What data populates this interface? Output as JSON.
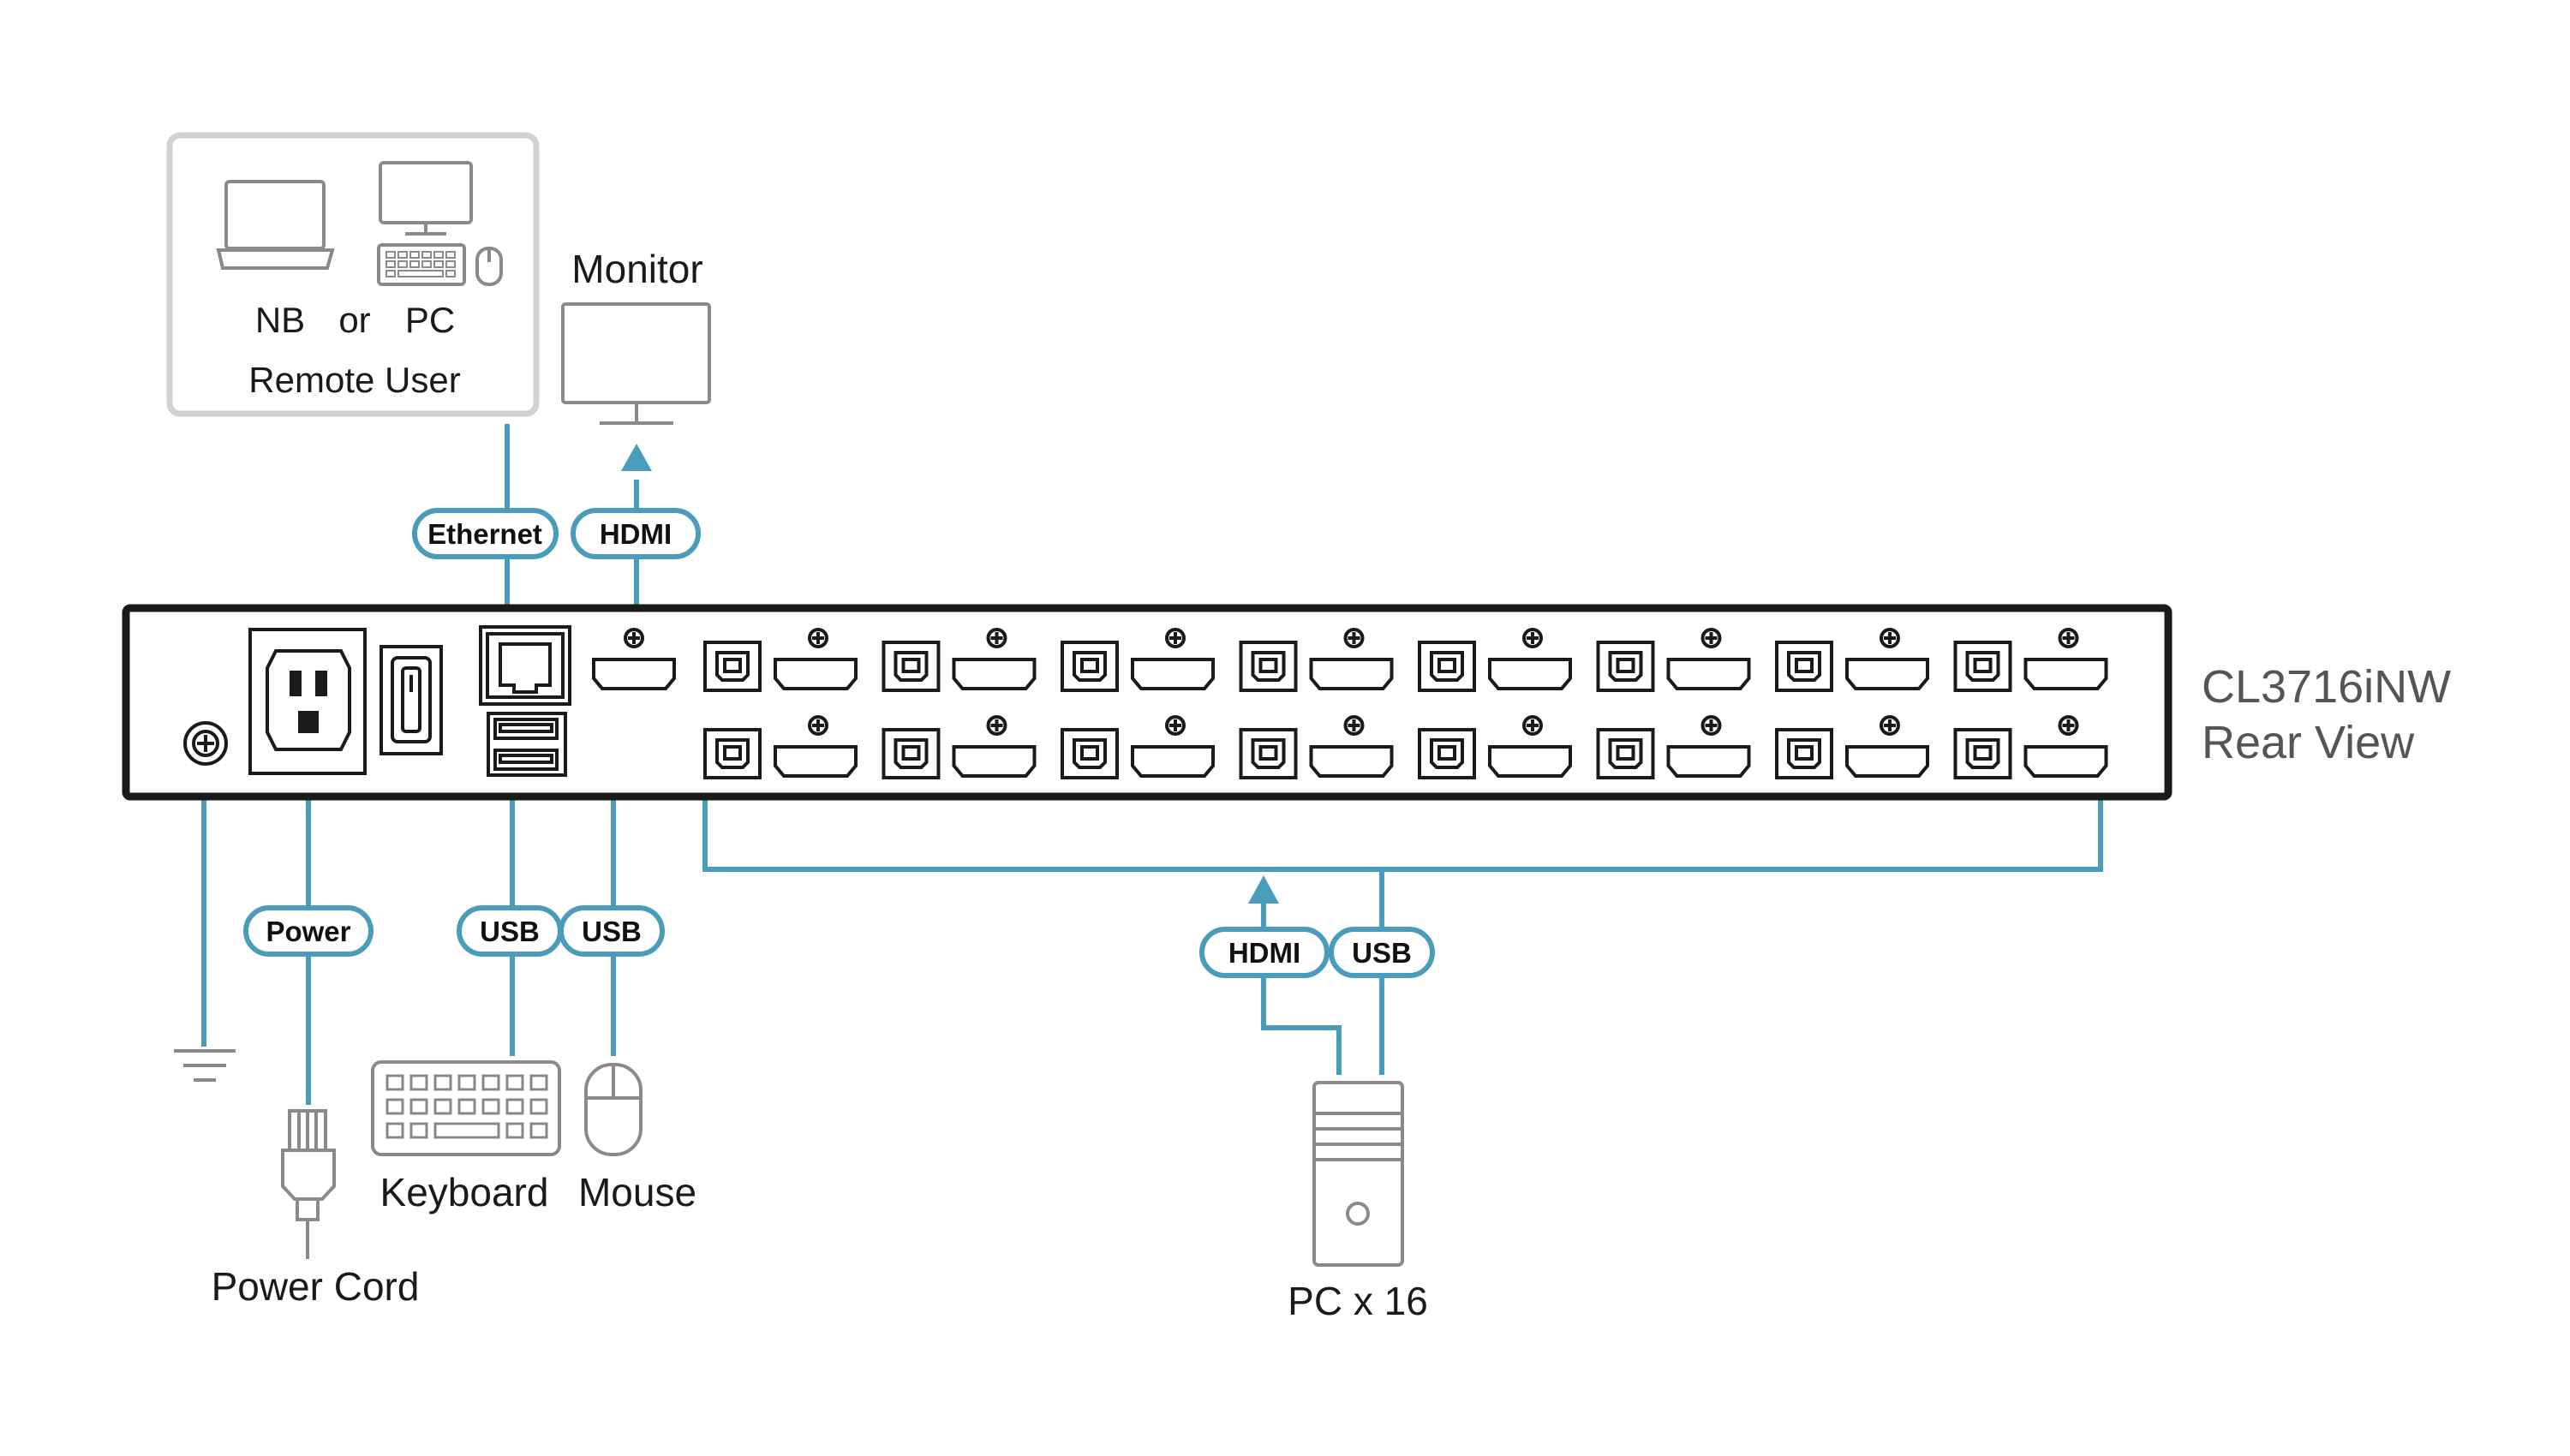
{
  "remote_user": {
    "nb_label": "NB",
    "or_label": "or",
    "pc_label": "PC",
    "title": "Remote User"
  },
  "monitor": {
    "label": "Monitor"
  },
  "cables": {
    "ethernet": "Ethernet",
    "hdmi_monitor": "HDMI",
    "power": "Power",
    "usb_keyboard": "USB",
    "usb_mouse": "USB",
    "hdmi_pc": "HDMI",
    "usb_pc": "USB"
  },
  "device": {
    "model": "CL3716iNW",
    "view": "Rear View",
    "pc_port_count": 16
  },
  "peripherals": {
    "keyboard": "Keyboard",
    "mouse": "Mouse",
    "power_cord": "Power Cord",
    "pc_group": "PC x 16"
  },
  "colors": {
    "cable": "#4a9cbb",
    "outline": "#1a1a1a",
    "icon_gray": "#8a8a8a",
    "panel_border": "#d2d2d2"
  }
}
